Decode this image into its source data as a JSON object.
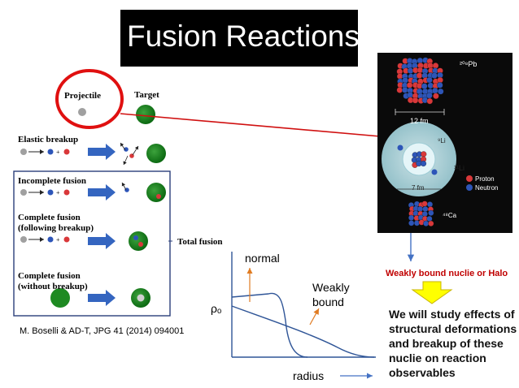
{
  "title": "Fusion Reactions",
  "diagram": {
    "projectile": "Projectile",
    "target": "Target",
    "elastic": "Elastic breakup",
    "incomplete": "Incomplete fusion",
    "complete_following_1": "Complete fusion",
    "complete_following_2": "(following breakup)",
    "complete_without_1": "Complete fusion",
    "complete_without_2": "(without breakup)",
    "total_fusion": "Total fusion"
  },
  "reference": "M. Boselli & AD-T, JPG 41 (2014) 094001",
  "nuclei_panel": {
    "pb": "²⁰⁸Pb",
    "pb_scale": "12 fm",
    "li9": "⁹Li",
    "li11": "¹¹Li",
    "li_scale": "7 fm",
    "ca": "⁴⁸Ca",
    "legend_proton": "Proton",
    "legend_neutron": "Neutron",
    "colors": {
      "proton": "#d9383a",
      "neutron": "#2d55b8"
    }
  },
  "plot": {
    "normal": "normal",
    "weakly_1": "Weakly",
    "weakly_2": "bound",
    "rho": "ρₒ",
    "radius": "radius"
  },
  "halo_label": "Weakly bound nuclie or Halo",
  "study_lines": [
    "We will study effects of",
    "structural deformations",
    "and breakup of these",
    "nuclie on reaction",
    "observables"
  ]
}
